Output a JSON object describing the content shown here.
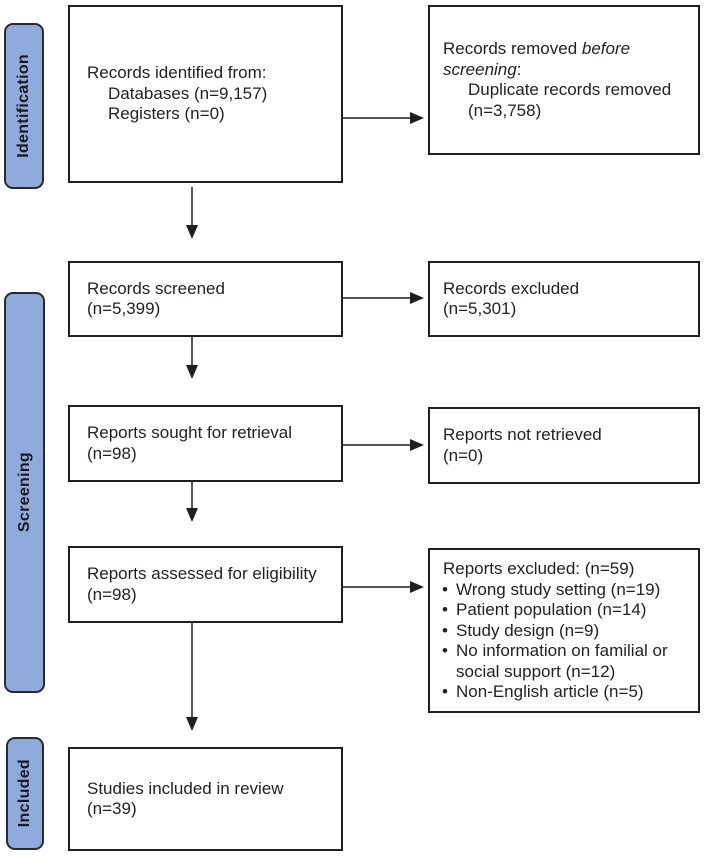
{
  "diagram": {
    "stages": [
      {
        "label": "Identification"
      },
      {
        "label": "Screening"
      },
      {
        "label": "Included"
      }
    ]
  },
  "glyphs": {
    "bullet": "•"
  },
  "nodes": {
    "identified": {
      "title": "Records identified from:",
      "lines": [
        "Databases (n=9,157)",
        "Registers (n=0)"
      ]
    },
    "removed": {
      "prefix": "Records removed ",
      "italic_line1": "before",
      "italic_line2": "screening",
      "suffix": ":",
      "detail": "Duplicate records removed",
      "count": "(n=3,758)"
    },
    "screened": {
      "title": "Records screened",
      "count": "(n=5,399)"
    },
    "excluded": {
      "title": "Records excluded",
      "count": "(n=5,301)"
    },
    "sought": {
      "title": "Reports sought for retrieval",
      "count": "(n=98)"
    },
    "not_retrieved": {
      "title": "Reports not retrieved",
      "count": "(n=0)"
    },
    "assessed": {
      "title": "Reports assessed for eligibility",
      "count": "(n=98)"
    },
    "reports_excluded": {
      "title": "Reports excluded: (n=59)",
      "bullets": [
        "Wrong study setting (n=19)",
        "Patient population (n=14)",
        "Study design (n=9)",
        "No information on familial or social support (n=12)",
        "Non-English article (n=5)"
      ]
    },
    "included_studies": {
      "title": "Studies included in review",
      "count": "(n=39)"
    }
  },
  "colors": {
    "stage_fill": "#8faadc",
    "stage_border": "#2a2a2a",
    "box_border": "#1f1f1f",
    "text": "#231f20",
    "arrow": "#1f1f1f"
  }
}
